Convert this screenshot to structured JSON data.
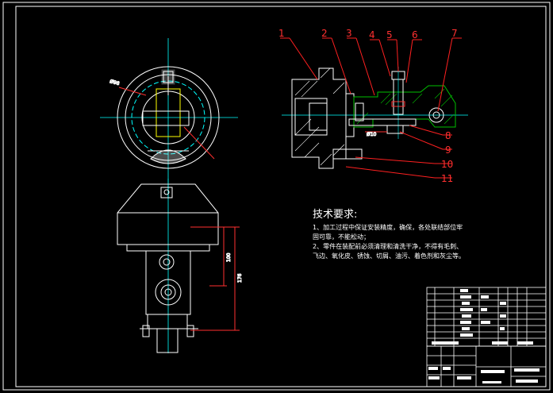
{
  "drawing": {
    "background": "#000000",
    "colors": {
      "frame": "#ffffff",
      "leader": "#ff2020",
      "centerline": "#00ffff",
      "hatch": "#00c000",
      "outline": "#ffffff",
      "dimension": "#ff3030",
      "part": "#ffff00"
    }
  },
  "part_numbers": [
    "1",
    "2",
    "3",
    "4",
    "5",
    "6",
    "7",
    "8",
    "9",
    "10",
    "11"
  ],
  "tech_requirements": {
    "title": "技术要求:",
    "lines": [
      "1、加工过程中保证安装精度，确保，各处联结部位牢",
      "固可靠，不能松动；",
      "2、零件在装配前必须清理和清洗干净，不得有毛刺、",
      "飞边、氧化皮、锈蚀、切屑、油污、着色剂和灰尘等。"
    ]
  },
  "dimensions": {
    "vertical_1": "100",
    "vertical_2": "176"
  }
}
